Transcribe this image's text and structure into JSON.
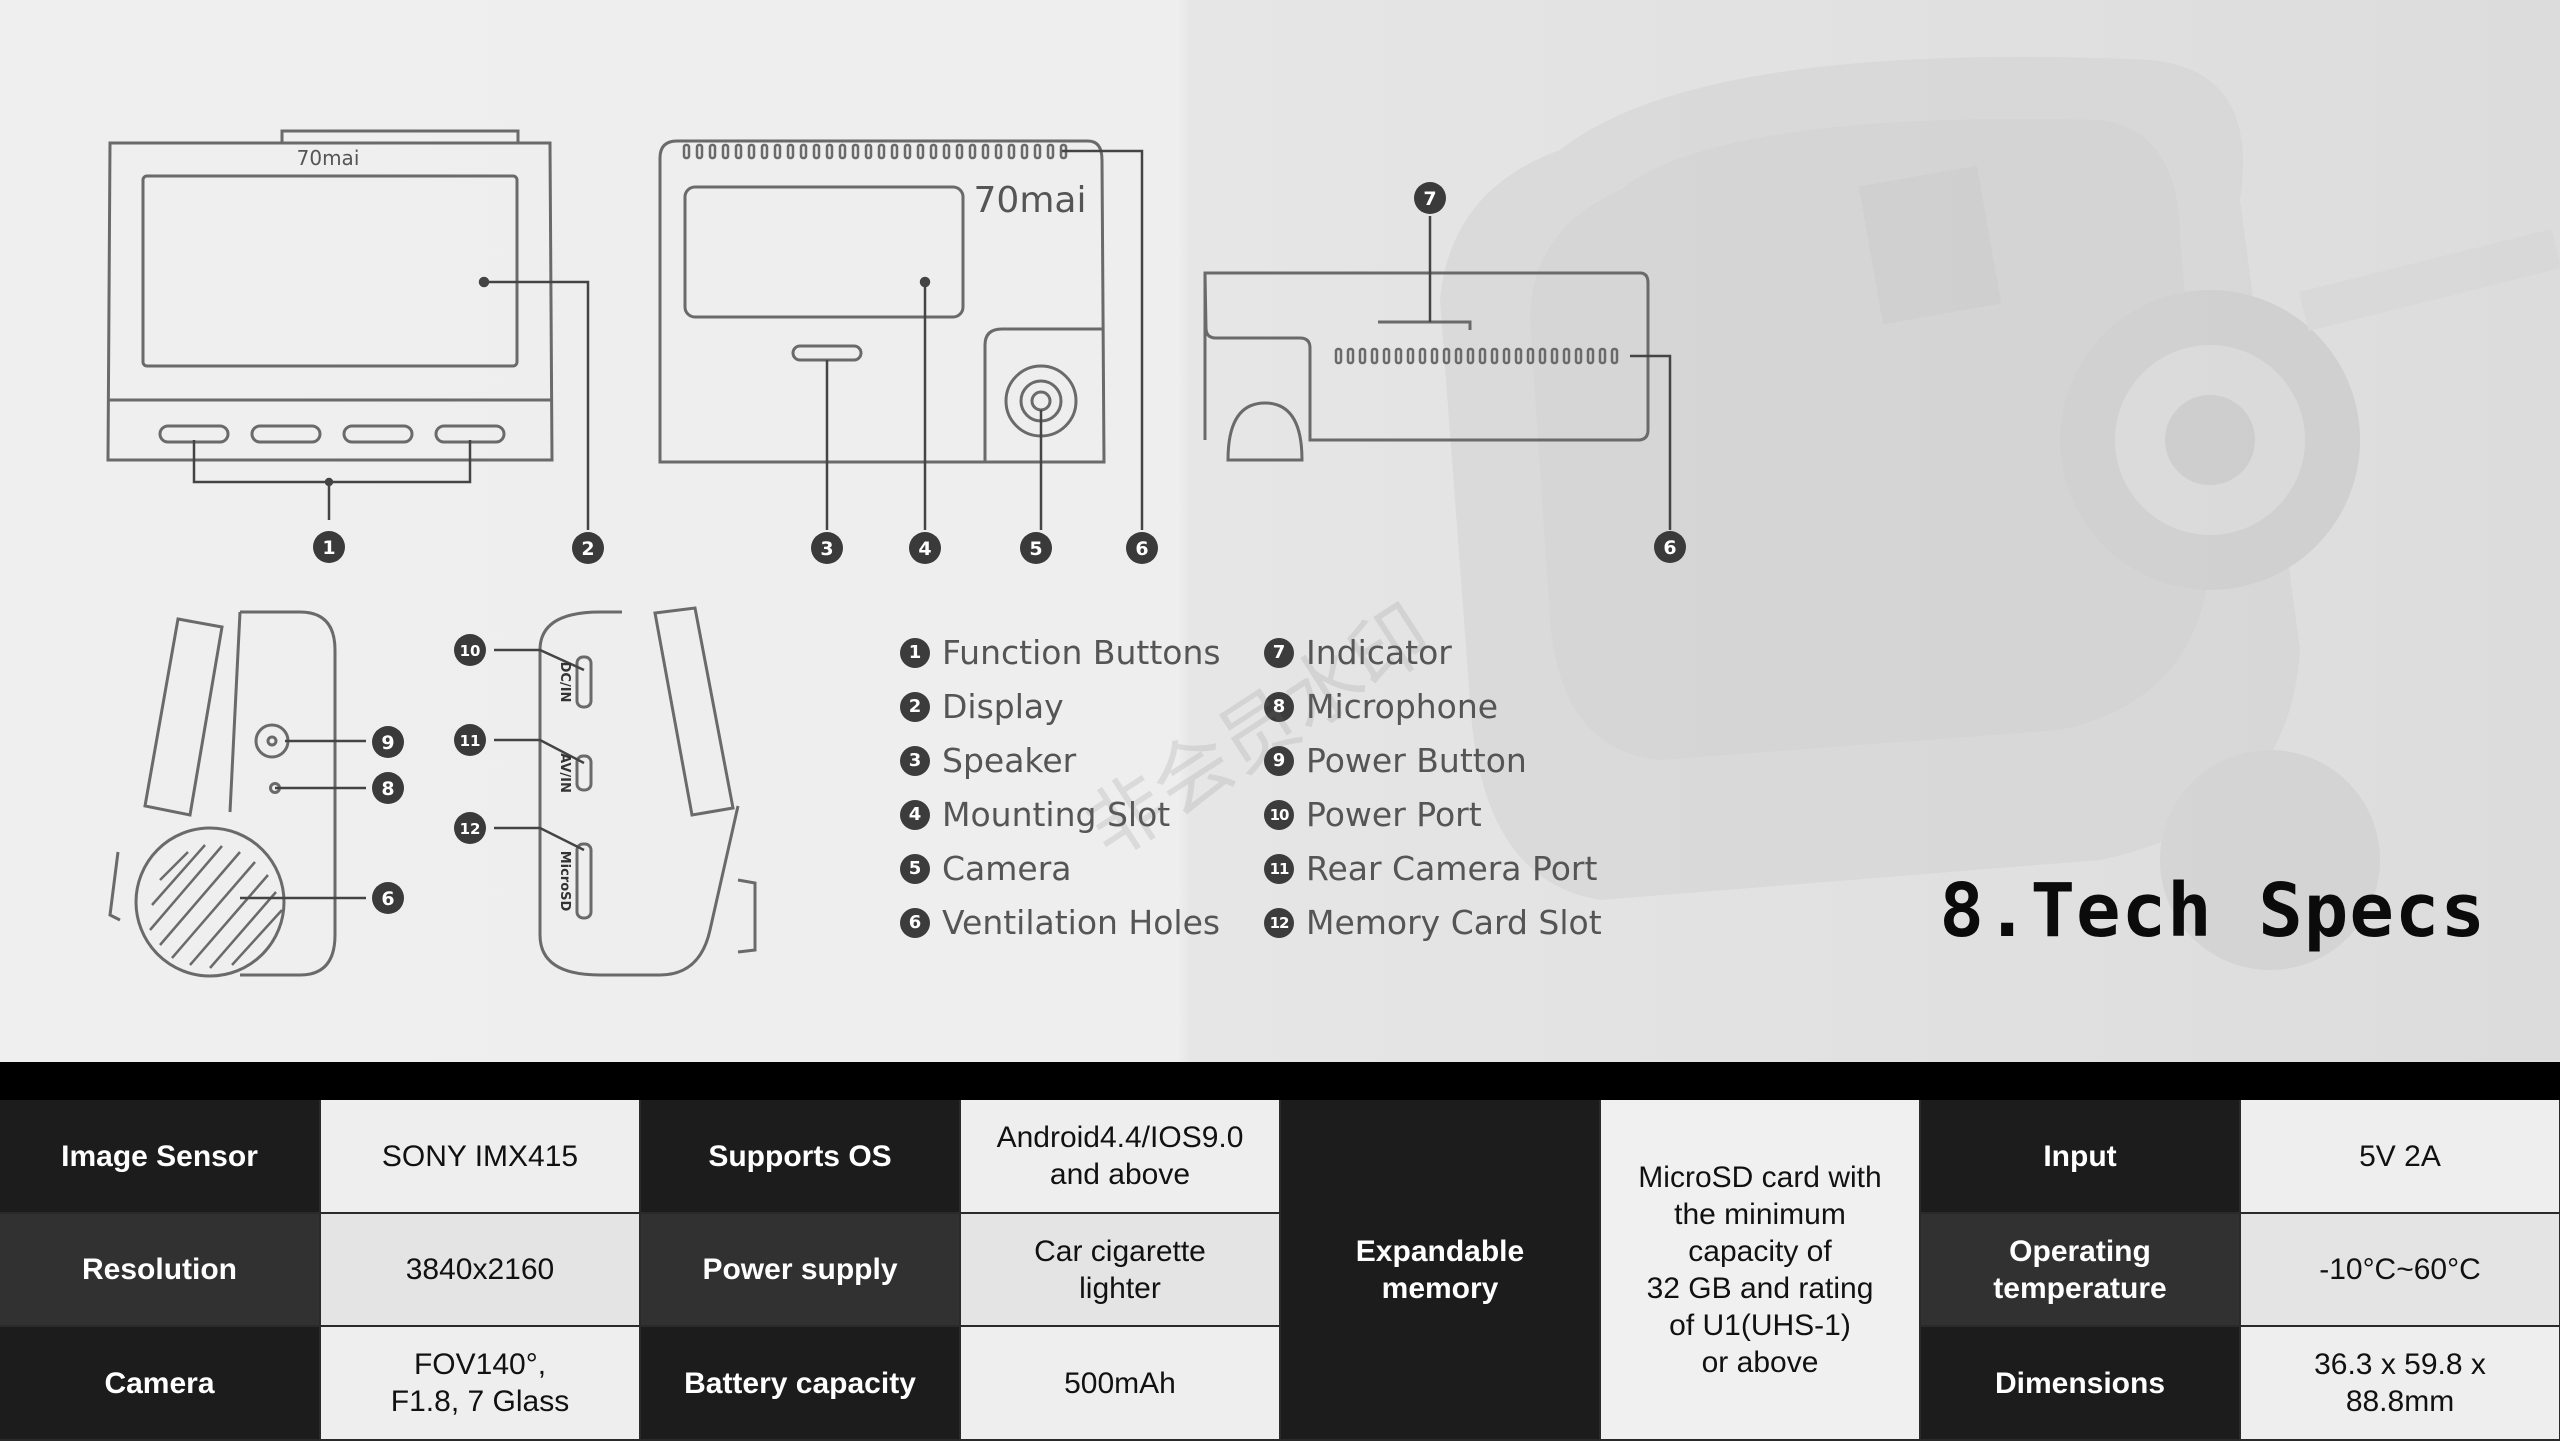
{
  "brand": "70mai",
  "title": "8.Tech Specs",
  "watermark": "非会员水印",
  "callouts": {
    "n1": "1",
    "n2": "2",
    "n3": "3",
    "n4": "4",
    "n5": "5",
    "n6": "6",
    "n7": "7",
    "n8": "8",
    "n9": "9",
    "n10": "10",
    "n11": "11",
    "n12": "12"
  },
  "port_labels": {
    "dc_in": "DC/IN",
    "av_in": "AV/IN",
    "microsd": "MicroSD"
  },
  "legend": [
    {
      "num": "1",
      "label": "Function Buttons"
    },
    {
      "num": "2",
      "label": "Display"
    },
    {
      "num": "3",
      "label": "Speaker"
    },
    {
      "num": "4",
      "label": "Mounting Slot"
    },
    {
      "num": "5",
      "label": "Camera"
    },
    {
      "num": "6",
      "label": "Ventilation Holes"
    },
    {
      "num": "7",
      "label": "Indicator"
    },
    {
      "num": "8",
      "label": "Microphone"
    },
    {
      "num": "9",
      "label": "Power Button"
    },
    {
      "num": "10",
      "label": "Power Port"
    },
    {
      "num": "11",
      "label": "Rear Camera Port"
    },
    {
      "num": "12",
      "label": "Memory Card Slot"
    }
  ],
  "specs": {
    "image_sensor": {
      "label": "Image Sensor",
      "value": "SONY IMX415"
    },
    "resolution": {
      "label": "Resolution",
      "value": "3840x2160"
    },
    "camera": {
      "label": "Camera",
      "value": "FOV140°,\nF1.8, 7 Glass"
    },
    "supports_os": {
      "label": "Supports OS",
      "value": "Android4.4/IOS9.0\nand above"
    },
    "power_supply": {
      "label": "Power supply",
      "value": "Car cigarette\nlighter"
    },
    "battery": {
      "label": "Battery capacity",
      "value": "500mAh"
    },
    "memory": {
      "label": "Expandable\nmemory",
      "value": "MicroSD card with\nthe minimum\ncapacity of\n32 GB and rating\nof U1(UHS-1)\nor above"
    },
    "input": {
      "label": "Input",
      "value": "5V 2A"
    },
    "temperature": {
      "label": "Operating\ntemperature",
      "value": "-10°C~60°C"
    },
    "dimensions": {
      "label": "Dimensions",
      "value": "36.3 x 59.8 x\n88.8mm"
    }
  }
}
